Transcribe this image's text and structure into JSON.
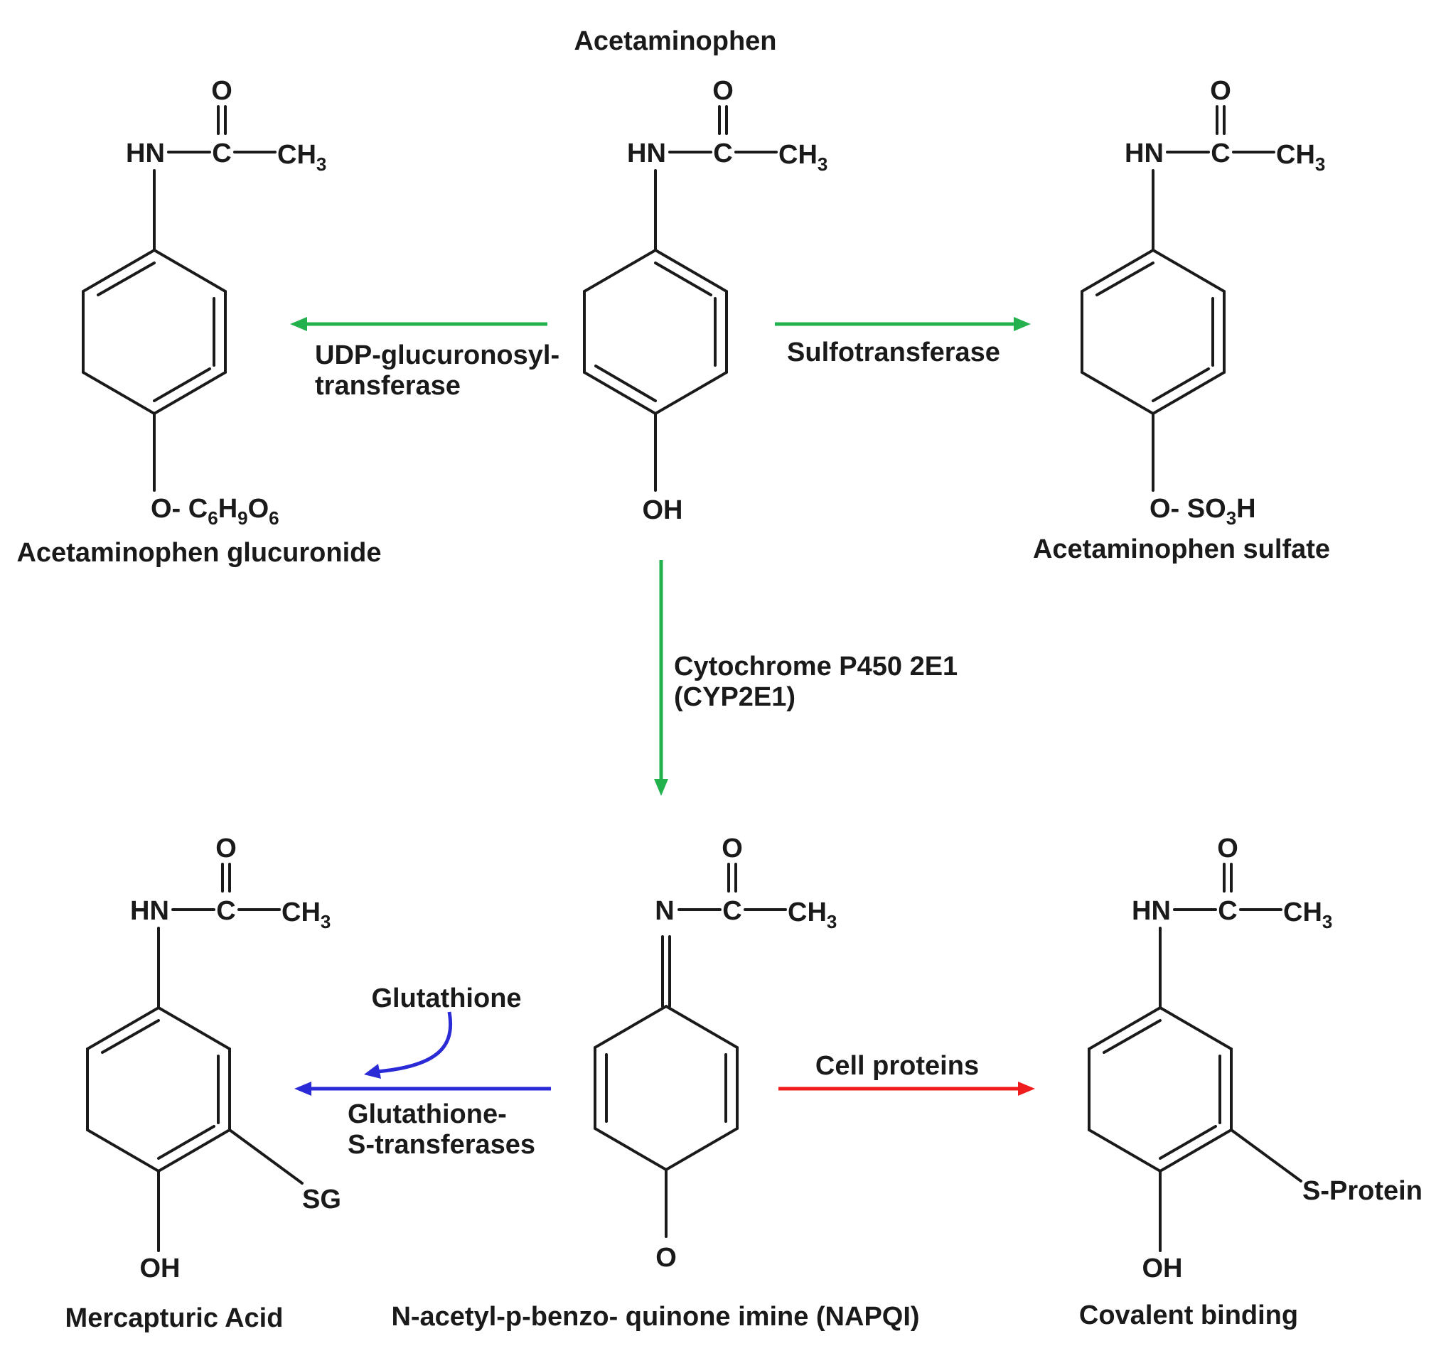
{
  "colors": {
    "conjugation_arrow": "#22b14c",
    "glutathione_arrow": "#2a2ad6",
    "protein_arrow": "#ee1c1c",
    "ink": "#1a1a1a"
  },
  "compounds": {
    "acetaminophen": {
      "name": "Acetaminophen",
      "atoms": {
        "o": "O",
        "hn": "HN",
        "c": "C",
        "ch": "CH",
        "sub3": "3",
        "oh": "OH"
      }
    },
    "glucuronide": {
      "name": "Acetaminophen glucuronide",
      "atoms": {
        "o": "O",
        "hn": "HN",
        "c": "C",
        "ch": "CH",
        "sub3": "3",
        "o_dash": "O- C",
        "sub6a": "6",
        "h": "H",
        "sub9": "9",
        "o2": "O",
        "sub6b": "6"
      }
    },
    "sulfate": {
      "name": "Acetaminophen sulfate",
      "atoms": {
        "o": "O",
        "hn": "HN",
        "c": "C",
        "ch": "CH",
        "sub3": "3",
        "o_dash": "O- SO",
        "sub3b": "3",
        "h": "H"
      }
    },
    "napqi": {
      "name": "N-acetyl-p-benzo- quinone imine (NAPQI)",
      "atoms": {
        "o": "O",
        "n": "N",
        "c": "C",
        "ch": "CH",
        "sub3": "3",
        "o_bottom": "O"
      }
    },
    "mercapturic": {
      "name": "Mercapturic Acid",
      "atoms": {
        "o": "O",
        "hn": "HN",
        "c": "C",
        "ch": "CH",
        "sub3": "3",
        "oh": "OH",
        "sg": "SG"
      }
    },
    "covalent": {
      "name": "Covalent binding",
      "atoms": {
        "o": "O",
        "hn": "HN",
        "c": "C",
        "ch": "CH",
        "sub3": "3",
        "oh": "OH",
        "s_protein": "S-Protein"
      }
    }
  },
  "enzymes": {
    "ugt_line1": "UDP-glucuronosyl-",
    "ugt_line2": "transferase",
    "sult": "Sulfotransferase",
    "cyp_line1": "Cytochrome P450 2E1",
    "cyp_line2": "(CYP2E1)",
    "glutathione": "Glutathione",
    "gst_line1": "Glutathione-",
    "gst_line2": "S-transferases",
    "cell_proteins": "Cell proteins"
  }
}
